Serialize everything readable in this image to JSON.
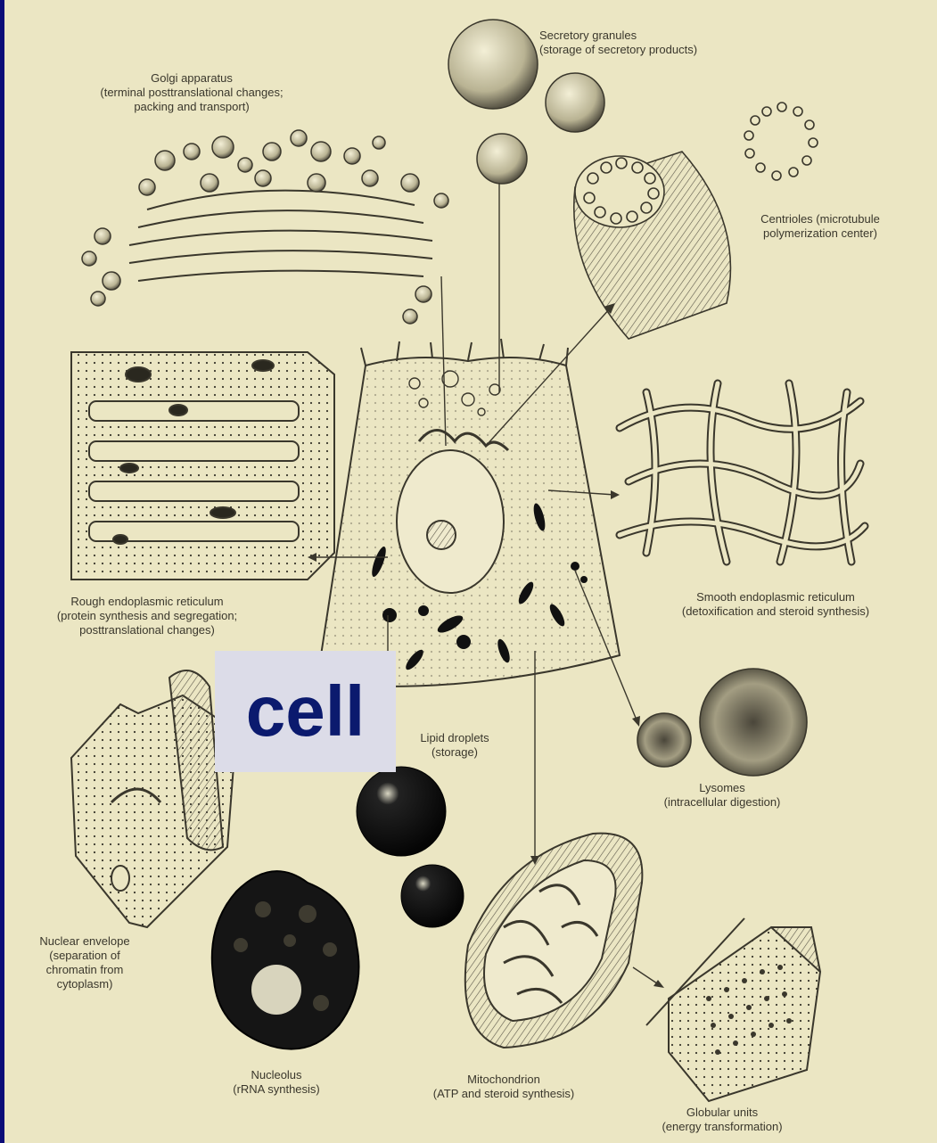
{
  "colors": {
    "background": "#ebe6c3",
    "ink": "#3a372c",
    "frame": "#0b0d78",
    "tag_box": "#dcdce8",
    "tag_text": "#0b1a6e"
  },
  "overlay_tag": "cell",
  "labels": {
    "golgi": {
      "name": "Golgi apparatus",
      "line1": "(terminal posttranslational changes;",
      "line2": "packing and transport)"
    },
    "secretory": {
      "name": "Secretory granules",
      "line1": "(storage of secretory products)"
    },
    "centrioles": {
      "name": "Centrioles (microtubule",
      "line1": "polymerization center)"
    },
    "rer": {
      "name": "Rough endoplasmic reticulum",
      "line1": "(protein synthesis and segregation;",
      "line2": "posttranslational changes)"
    },
    "ser": {
      "name": "Smooth endoplasmic reticulum",
      "line1": "(detoxification and steroid synthesis)"
    },
    "lipid": {
      "name": "Lipid droplets",
      "line1": "(storage)"
    },
    "lysomes": {
      "name": "Lysomes",
      "line1": "(intracellular digestion)"
    },
    "nuclear": {
      "name": "Nuclear envelope",
      "line1": "(separation of",
      "line2": "chromatin from",
      "line3": "cytoplasm)"
    },
    "nucleolus": {
      "name": "Nucleolus",
      "line1": "(rRNA synthesis)"
    },
    "mito": {
      "name": "Mitochondrion",
      "line1": "(ATP and steroid synthesis)"
    },
    "globular": {
      "name": "Globular units",
      "line1": "(energy transformation)"
    }
  }
}
